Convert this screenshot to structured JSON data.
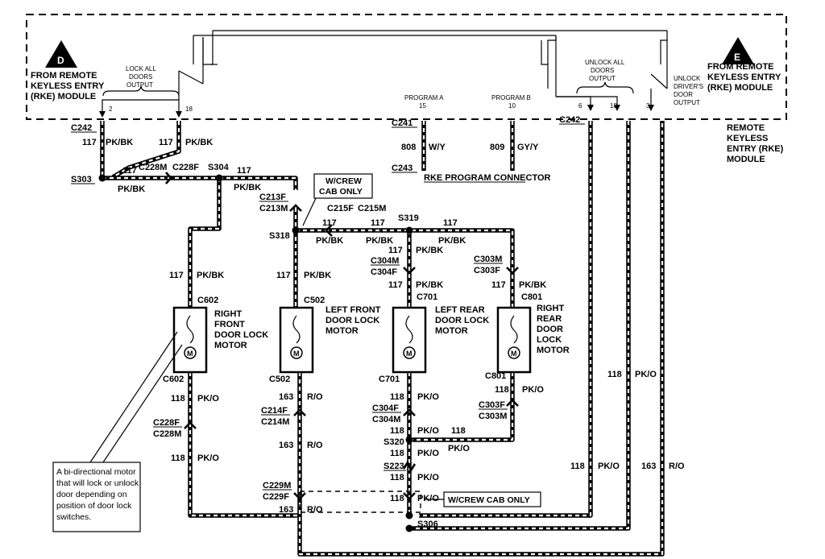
{
  "modules": {
    "left_marker": "D",
    "right_marker": "E",
    "left_title": [
      "FROM REMOTE",
      "KEYLESS ENTRY",
      "(RKE) MODULE"
    ],
    "right_title": [
      "FROM REMOTE",
      "KEYLESS ENTRY",
      "(RKE) MODULE"
    ],
    "box_label": [
      "REMOTE",
      "KEYLESS",
      "ENTRY (RKE)",
      "MODULE"
    ]
  },
  "outputs": {
    "lock_all": [
      "LOCK ALL",
      "DOORS",
      "OUTPUT"
    ],
    "unlock_all": [
      "UNLOCK ALL",
      "DOORS",
      "OUTPUT"
    ],
    "unlock_driver": [
      "UNLOCK",
      "DRIVER'S",
      "DOOR",
      "OUTPUT"
    ],
    "program_a": "PROGRAM A",
    "program_b": "PROGRAM B"
  },
  "pins": {
    "p2": "2",
    "p18a": "18",
    "p15": "15",
    "p10": "10",
    "p6": "6",
    "p18b": "18",
    "p3": "3"
  },
  "connectors": {
    "c242_left": "C242",
    "c242_right": "C242",
    "c241": "C241",
    "c243": "C243",
    "rke_program": "RKE PROGRAM CONNECTOR",
    "c228m_top": "C228M",
    "c228f_top": "C228F",
    "c213f": "C213F",
    "c213m": "C213M",
    "c215f": "C215F",
    "c215m": "C215M",
    "c304m_top": "C304M",
    "c304f_top": "C304F",
    "c303m_top": "C303M",
    "c303f_top": "C303F",
    "c602_top": "C602",
    "c502_top": "C502",
    "c701_top": "C701",
    "c801_top": "C801",
    "c602_bot": "C602",
    "c502_bot": "C502",
    "c701_bot": "C701",
    "c801_bot": "C801",
    "c228f_bot": "C228F",
    "c228m_bot": "C228M",
    "c214f": "C214F",
    "c214m": "C214M",
    "c304f_bot": "C304F",
    "c304m_bot": "C304M",
    "c303f_bot": "C303F",
    "c303m_bot": "C303M",
    "c229m": "C229M",
    "c229f": "C229F"
  },
  "splices": {
    "s303": "S303",
    "s304": "S304",
    "s318": "S318",
    "s319": "S319",
    "s320": "S320",
    "s223": "S223",
    "s306": "S306"
  },
  "circuits": {
    "c117": "117",
    "pkbk": "PK/BK",
    "c808": "808",
    "wy": "W/Y",
    "c809": "809",
    "gyy": "GY/Y",
    "c118": "118",
    "pko": "PK/O",
    "c163": "163",
    "ro": "R/O"
  },
  "motors": {
    "rf": [
      "RIGHT",
      "FRONT",
      "DOOR LOCK",
      "MOTOR"
    ],
    "lf": [
      "LEFT FRONT",
      "DOOR LOCK",
      "MOTOR"
    ],
    "lr": [
      "LEFT REAR",
      "DOOR LOCK",
      "MOTOR"
    ],
    "rr": [
      "RIGHT",
      "REAR",
      "DOOR",
      "LOCK",
      "MOTOR"
    ],
    "symbol": "M"
  },
  "notes": {
    "crew_cab_top": [
      "W/CREW",
      "CAB ONLY"
    ],
    "crew_cab_bottom": "W/CREW CAB ONLY",
    "callout": [
      "A bi-directional motor",
      "that will lock or unlock",
      "door depending on",
      "position of door lock",
      "switches."
    ]
  }
}
